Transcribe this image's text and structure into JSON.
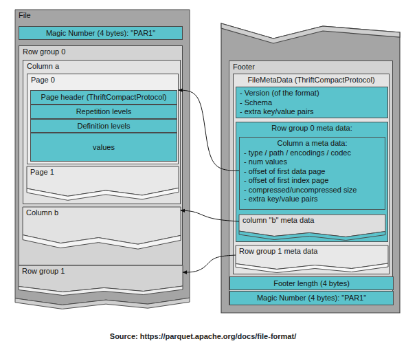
{
  "diagram": {
    "caption": "Source: https://parquet.apache.org/docs/file-format/",
    "nodes": [
      {
        "text": [
          "File"
        ]
      },
      {
        "text": [
          "Magic Number (4 bytes): \"PAR1\""
        ],
        "in": 0
      },
      {
        "text": [
          "Row group 0"
        ],
        "in": 0
      },
      {
        "text": [
          "Column a"
        ],
        "in": 2
      },
      {
        "text": [
          "Page 0"
        ],
        "in": 3
      },
      {
        "text": [
          "Page header (ThriftCompactProtocol)"
        ],
        "in": 4
      },
      {
        "text": [
          "Repetition levels"
        ],
        "in": 4
      },
      {
        "text": [
          "Definition levels"
        ],
        "in": 4
      },
      {
        "text": [
          "values"
        ],
        "in": 4
      },
      {
        "text": [
          "Page 1"
        ],
        "in": 3
      },
      {
        "text": [
          "Column b"
        ],
        "in": 2
      },
      {
        "text": [
          "Row group 1"
        ],
        "in": 0
      },
      {
        "text": [
          "Footer"
        ]
      },
      {
        "text": [
          "FileMetaData (ThriftCompactProtocol)"
        ],
        "in": 12
      },
      {
        "text": [
          "- Version (of the format)",
          "- Schema",
          "- extra key/value pairs"
        ],
        "in": 13
      },
      {
        "text": [
          "Row group 0 meta data:"
        ],
        "in": 13
      },
      {
        "text": [
          "Column a meta data:",
          "- type / path / encodings / codec",
          "- num values",
          "- offset of first data page",
          "- offset of first index page",
          "- compressed/uncompressed size",
          "- extra key/value pairs"
        ],
        "in": 15
      },
      {
        "text": [
          "column \"b\" meta data"
        ],
        "in": 15
      },
      {
        "text": [
          "Row group 1 meta data"
        ],
        "in": 13
      },
      {
        "text": [
          "Footer length (4 bytes)"
        ],
        "in": 12
      },
      {
        "text": [
          "Magic Number (4 bytes): \"PAR1\""
        ],
        "in": 12
      }
    ],
    "edges": [
      {
        "from": 16,
        "to": 4,
        "arrow": "to"
      },
      {
        "from": 17,
        "to": 10,
        "arrow": "to"
      },
      {
        "from": 18,
        "to": 11,
        "arrow": "to"
      }
    ]
  }
}
